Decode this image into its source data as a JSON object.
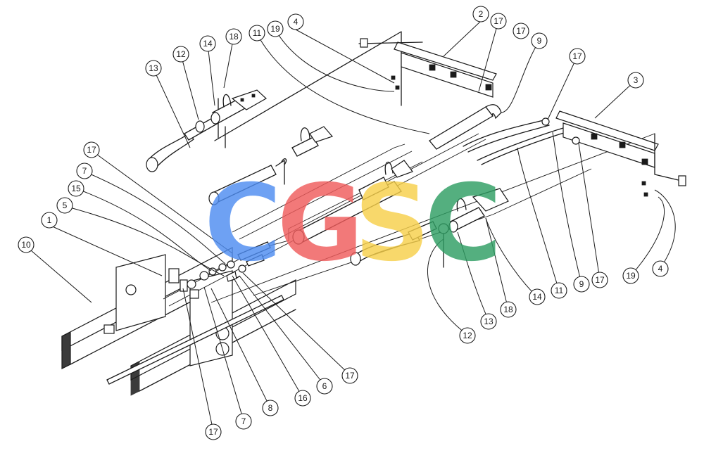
{
  "watermark": {
    "letters": [
      "C",
      "G",
      "S",
      "C"
    ],
    "colors": [
      "#4e8cf0",
      "#ef5b5b",
      "#f6cf4a",
      "#2e9e63"
    ]
  },
  "callouts": [
    "1",
    "2",
    "3",
    "4",
    "4",
    "5",
    "6",
    "7",
    "7",
    "8",
    "9",
    "9",
    "10",
    "11",
    "11",
    "12",
    "12",
    "13",
    "13",
    "14",
    "14",
    "15",
    "16",
    "17",
    "17",
    "17",
    "17",
    "17",
    "17",
    "17",
    "18",
    "18",
    "19",
    "19"
  ]
}
